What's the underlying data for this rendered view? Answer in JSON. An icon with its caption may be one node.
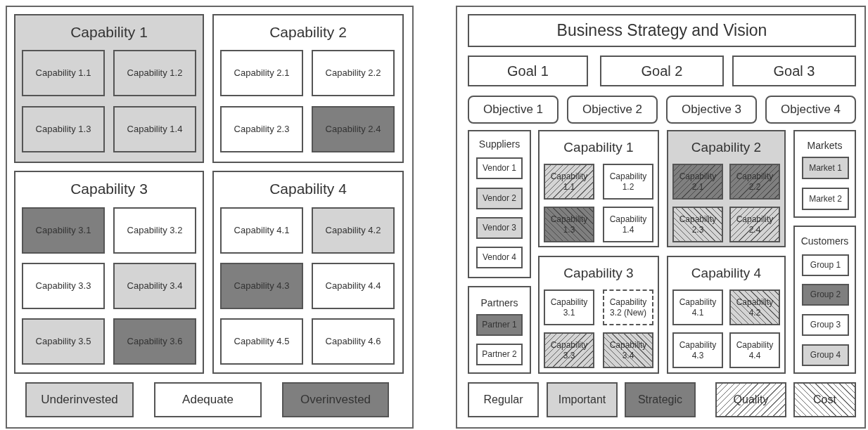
{
  "diagram": {
    "nodes": [
      {
        "text": [
          "Capability 1"
        ]
      },
      {
        "text": [
          "Capability 1.1"
        ],
        "in": 0
      },
      {
        "text": [
          "Capability 1.2"
        ],
        "in": 0
      },
      {
        "text": [
          "Capability 1.3"
        ],
        "in": 0
      },
      {
        "text": [
          "Capability 1.4"
        ],
        "in": 0
      },
      {
        "text": [
          "Capability 2"
        ]
      },
      {
        "text": [
          "Capability 2.1"
        ],
        "in": 5
      },
      {
        "text": [
          "Capability 2.2"
        ],
        "in": 5
      },
      {
        "text": [
          "Capability 2.3"
        ],
        "in": 5
      },
      {
        "text": [
          "Capability 2.4"
        ],
        "in": 5
      },
      {
        "text": [
          "Capability 3"
        ]
      },
      {
        "text": [
          "Capability 3.1"
        ],
        "in": 10
      },
      {
        "text": [
          "Capability 3.2"
        ],
        "in": 10
      },
      {
        "text": [
          "Capability 3.3"
        ],
        "in": 10
      },
      {
        "text": [
          "Capability 3.4"
        ],
        "in": 10
      },
      {
        "text": [
          "Capability 3.5"
        ],
        "in": 10
      },
      {
        "text": [
          "Capability 3.6"
        ],
        "in": 10
      },
      {
        "text": [
          "Capability 4"
        ]
      },
      {
        "text": [
          "Capability 4.1"
        ],
        "in": 17
      },
      {
        "text": [
          "Capability 4.2"
        ],
        "in": 17
      },
      {
        "text": [
          "Capability 4.3"
        ],
        "in": 17
      },
      {
        "text": [
          "Capability 4.4"
        ],
        "in": 17
      },
      {
        "text": [
          "Capability 4.5"
        ],
        "in": 17
      },
      {
        "text": [
          "Capability 4.6"
        ],
        "in": 17
      },
      {
        "text": [
          "Business Strategy and Vision"
        ]
      },
      {
        "text": [
          "Goal 1"
        ]
      },
      {
        "text": [
          "Goal 2"
        ]
      },
      {
        "text": [
          "Goal 3"
        ]
      },
      {
        "text": [
          "Objective 1"
        ]
      },
      {
        "text": [
          "Objective 2"
        ]
      },
      {
        "text": [
          "Objective 3"
        ]
      },
      {
        "text": [
          "Objective 4"
        ]
      },
      {
        "text": [
          "Suppliers"
        ]
      },
      {
        "text": [
          "Vendor 1"
        ],
        "in": 32
      },
      {
        "text": [
          "Vendor 2"
        ],
        "in": 32
      },
      {
        "text": [
          "Vendor 3"
        ],
        "in": 32
      },
      {
        "text": [
          "Vendor 4"
        ],
        "in": 32
      },
      {
        "text": [
          "Partners"
        ]
      },
      {
        "text": [
          "Partner 1"
        ],
        "in": 37
      },
      {
        "text": [
          "Partner 2"
        ],
        "in": 37
      },
      {
        "text": [
          "Capability 1"
        ]
      },
      {
        "text": [
          "Capability 1.1"
        ],
        "in": 40
      },
      {
        "text": [
          "Capability 1.2"
        ],
        "in": 40
      },
      {
        "text": [
          "Capability 1.3"
        ],
        "in": 40
      },
      {
        "text": [
          "Capability 1.4"
        ],
        "in": 40
      },
      {
        "text": [
          "Capability 2"
        ]
      },
      {
        "text": [
          "Capability 2.1"
        ],
        "in": 45
      },
      {
        "text": [
          "Capability 2.2"
        ],
        "in": 45
      },
      {
        "text": [
          "Capability 2.3"
        ],
        "in": 45
      },
      {
        "text": [
          "Capability 2.4"
        ],
        "in": 45
      },
      {
        "text": [
          "Capability 3"
        ]
      },
      {
        "text": [
          "Capability 3.1"
        ],
        "in": 50
      },
      {
        "text": [
          "Capability 3.2 (New)"
        ],
        "in": 50
      },
      {
        "text": [
          "Capability 3.3"
        ],
        "in": 50
      },
      {
        "text": [
          "Capability 3.4"
        ],
        "in": 50
      },
      {
        "text": [
          "Capability 4"
        ]
      },
      {
        "text": [
          "Capability 4.1"
        ],
        "in": 55
      },
      {
        "text": [
          "Capability 4.2"
        ],
        "in": 55
      },
      {
        "text": [
          "Capability 4.3"
        ],
        "in": 55
      },
      {
        "text": [
          "Capability 4.4"
        ],
        "in": 55
      },
      {
        "text": [
          "Markets"
        ]
      },
      {
        "text": [
          "Market 1"
        ],
        "in": 60
      },
      {
        "text": [
          "Market 2"
        ],
        "in": 60
      },
      {
        "text": [
          "Customers"
        ]
      },
      {
        "text": [
          "Group 1"
        ],
        "in": 63
      },
      {
        "text": [
          "Group 2"
        ],
        "in": 63
      },
      {
        "text": [
          "Group 3"
        ],
        "in": 63
      },
      {
        "text": [
          "Group 4"
        ],
        "in": 63
      }
    ],
    "edges": [],
    "legend": [
      {
        "text": "Underinvested",
        "color": "#d4d4d4"
      },
      {
        "text": "Adequate",
        "color": "#ffffff"
      },
      {
        "text": "Overinvested",
        "color": "#7f7f7f"
      },
      {
        "text": "Regular",
        "color": "#ffffff"
      },
      {
        "text": "Important",
        "color": "#d4d4d4"
      },
      {
        "text": "Strategic",
        "color": "#7f7f7f"
      },
      {
        "text": "Quality"
      },
      {
        "text": "Cost"
      }
    ]
  }
}
